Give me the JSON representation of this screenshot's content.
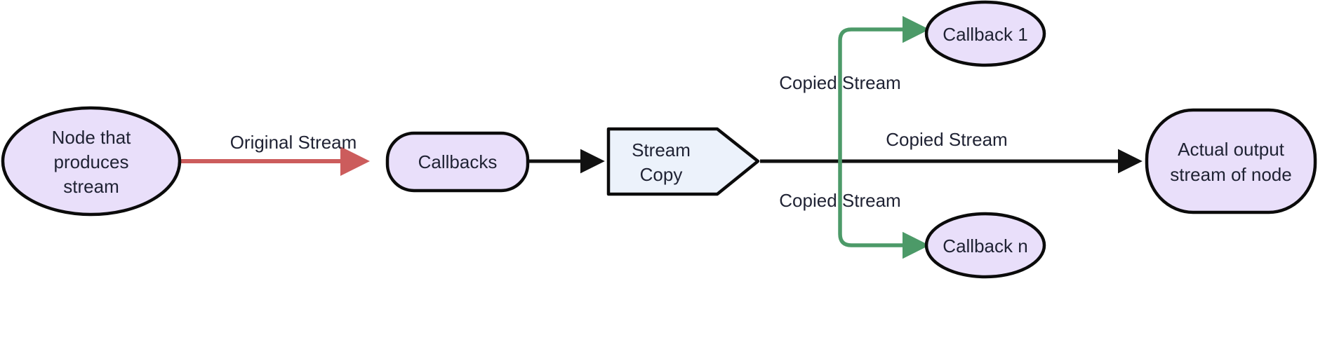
{
  "diagram": {
    "title": "Stream copy flow",
    "background": "#ffffff",
    "colors": {
      "node_fill_purple": "#E9DFFA",
      "node_fill_blue": "#ECF2FB",
      "node_stroke": "#0b0b0b",
      "text": "#1f2233",
      "edge_black": "#111111",
      "edge_red": "#CC5C5C",
      "edge_green": "#4C9A68"
    },
    "nodes": [
      {
        "id": "node-producer",
        "label": "Node that produces stream",
        "lines": [
          "Node that",
          "produces",
          "stream"
        ],
        "shape": "ellipse",
        "fill": "#E9DFFA"
      },
      {
        "id": "node-callbacks",
        "label": "Callbacks",
        "lines": [
          "Callbacks"
        ],
        "shape": "stadium",
        "fill": "#E9DFFA"
      },
      {
        "id": "node-stream-copy",
        "label": "Stream Copy",
        "lines": [
          "Stream",
          "Copy"
        ],
        "shape": "flag-pentagon",
        "fill": "#ECF2FB"
      },
      {
        "id": "node-callback-1",
        "label": "Callback 1",
        "lines": [
          "Callback 1"
        ],
        "shape": "ellipse",
        "fill": "#E9DFFA"
      },
      {
        "id": "node-callback-n",
        "label": "Callback n",
        "lines": [
          "Callback n"
        ],
        "shape": "ellipse",
        "fill": "#E9DFFA"
      },
      {
        "id": "node-actual-output",
        "label": "Actual output stream of node",
        "lines": [
          "Actual output",
          "stream of node"
        ],
        "shape": "rounded-rect",
        "fill": "#E9DFFA"
      }
    ],
    "edges": [
      {
        "id": "edge-original-stream",
        "label": "Original Stream",
        "from": "node-producer",
        "to": "node-callbacks",
        "color": "#CC5C5C"
      },
      {
        "id": "edge-callbacks-to-copy",
        "label": "",
        "from": "node-callbacks",
        "to": "node-stream-copy",
        "color": "#111111"
      },
      {
        "id": "edge-copied-stream-top",
        "label": "Copied Stream",
        "from": "node-stream-copy",
        "to": "node-callback-1",
        "color": "#4C9A68"
      },
      {
        "id": "edge-copied-stream-bottom",
        "label": "Copied Stream",
        "from": "node-stream-copy",
        "to": "node-callback-n",
        "color": "#4C9A68"
      },
      {
        "id": "edge-copied-stream-main",
        "label": "Copied Stream",
        "from": "node-stream-copy",
        "to": "node-actual-output",
        "color": "#111111"
      }
    ]
  }
}
